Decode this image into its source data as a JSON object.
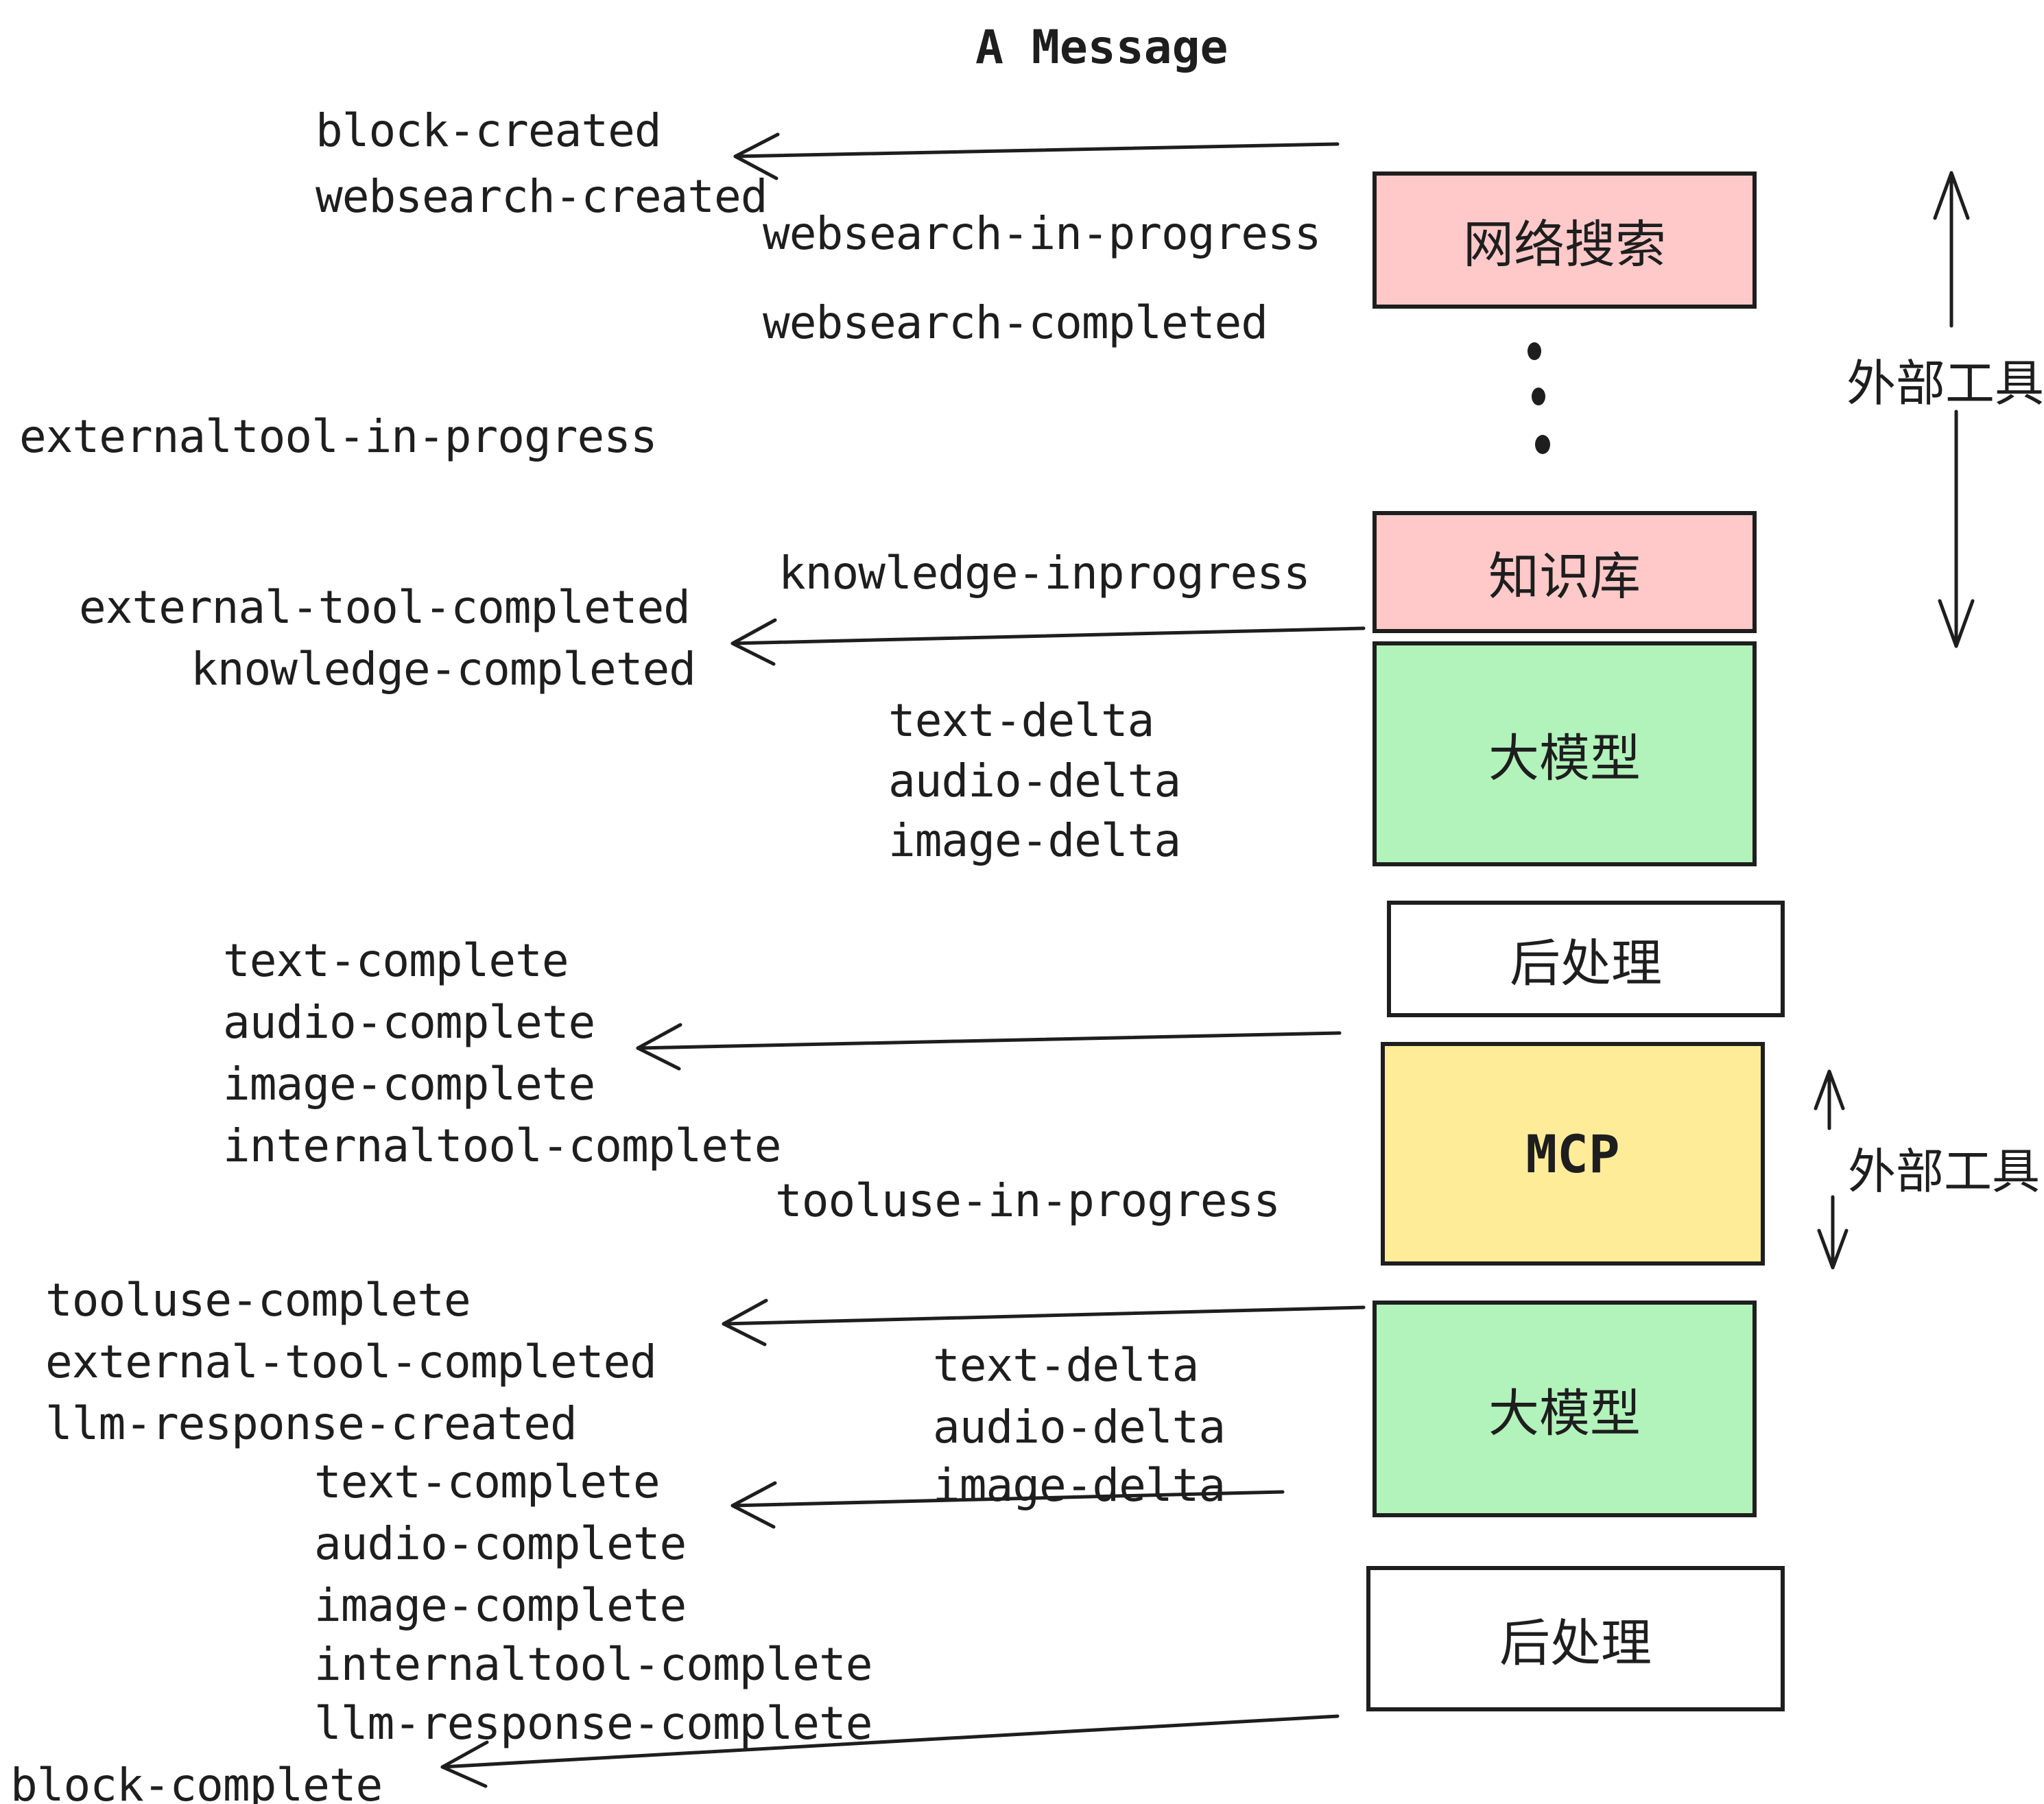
{
  "title": "A Message",
  "colors": {
    "pink": "#ffc9c9",
    "green": "#b2f2bb",
    "yellow": "#ffec99",
    "white": "#ffffff",
    "ink": "#1e1e1e"
  },
  "boxes": [
    {
      "id": "websearch",
      "label": "网络搜索"
    },
    {
      "id": "knowledge",
      "label": "知识库"
    },
    {
      "id": "llm-1",
      "label": "大模型"
    },
    {
      "id": "postprocess-1",
      "label": "后处理"
    },
    {
      "id": "mcp",
      "label": "MCP"
    },
    {
      "id": "llm-2",
      "label": "大模型"
    },
    {
      "id": "postprocess-2",
      "label": "后处理"
    }
  ],
  "side_labels": {
    "external_tool_top": "外部工具",
    "external_tool_mcp": "外部工具"
  },
  "events": {
    "block_created": "block-created",
    "websearch_created": "websearch-created",
    "websearch_in_progress": "websearch-in-progress",
    "websearch_completed": "websearch-completed",
    "externaltool_in_progress": "externaltool-in-progress",
    "knowledge_inprogress": "knowledge-inprogress",
    "external_tool_completed_1": "external-tool-completed",
    "knowledge_completed": "knowledge-completed",
    "text_delta_1": "text-delta",
    "audio_delta_1": "audio-delta",
    "image_delta_1": "image-delta",
    "text_complete_1": "text-complete",
    "audio_complete_1": "audio-complete",
    "image_complete_1": "image-complete",
    "internaltool_complete_1": "internaltool-complete",
    "tooluse_in_progress": "tooluse-in-progress",
    "tooluse_complete": "tooluse-complete",
    "external_tool_completed_2": "external-tool-completed",
    "llm_response_created": "llm-response-created",
    "text_complete_2": "text-complete",
    "audio_complete_2": "audio-complete",
    "image_complete_2": "image-complete",
    "internaltool_complete_2": "internaltool-complete",
    "llm_response_complete": "llm-response-complete",
    "block_complete": "block-complete"
  }
}
